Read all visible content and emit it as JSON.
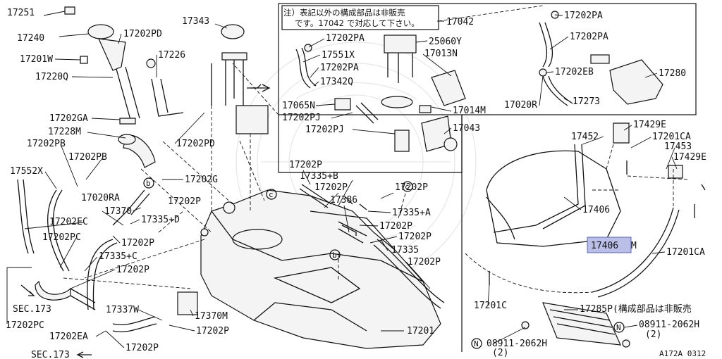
{
  "diagram_code": "A172A 0312",
  "note_lines": [
    "注）表記以外の構成部品は非販売",
    "です。17042 で対応して下さい。"
  ],
  "highlight_label": "17406",
  "arrows": [
    "SEC.173",
    "SEC.173"
  ],
  "labels": [
    "17251",
    "17240",
    "17202PD",
    "17201W",
    "17226",
    "17220Q",
    "17343",
    "17202GA",
    "17228M",
    "17202PD",
    "17202PB",
    "17202PB",
    "17552X",
    "17202G",
    "17020RA",
    "17202P",
    "17370",
    "17335+D",
    "17202EC",
    "17202PC",
    "17202P",
    "17335+C",
    "17202P",
    "17202PC",
    "17337W",
    "17370M",
    "17202EA",
    "17202P",
    "17202P",
    "17202P",
    "17335+B",
    "17202P",
    "17386",
    "17202P",
    "17335+A",
    "17202P",
    "17202P",
    "17335",
    "17202P",
    "17201",
    "17042",
    "17202PA",
    "25060Y",
    "17551X",
    "17013N",
    "17202PA",
    "17342Q",
    "17065N",
    "17202PJ",
    "17014M",
    "17202PJ",
    "17043",
    "17202PA",
    "17202PA",
    "17202EB",
    "17280",
    "17020R",
    "17273",
    "17452",
    "17429E",
    "17201CA",
    "17453",
    "17429E",
    "17406",
    "17201CA",
    "17201C",
    "17285P(構成部品は非販売",
    "08911-2062H",
    "(2)",
    "08911-2062H",
    "(2)"
  ],
  "circle_markers": [
    "N",
    "N",
    "b",
    "b",
    "c",
    "c"
  ]
}
